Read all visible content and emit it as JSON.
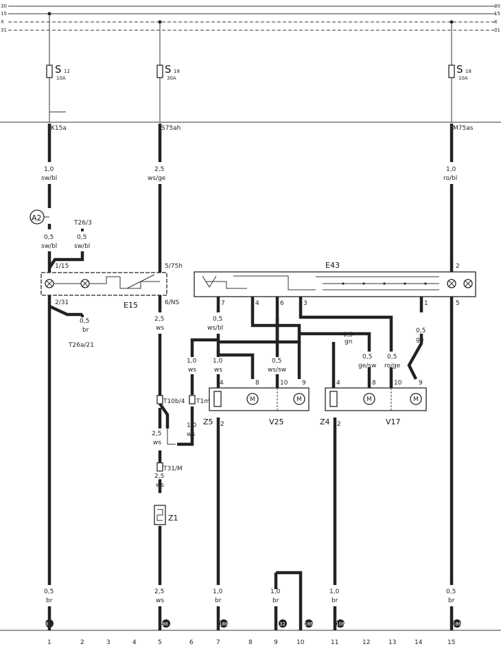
{
  "rails": {
    "left": [
      "30",
      "15",
      "X",
      "31"
    ],
    "right": [
      "30",
      "15",
      "X",
      "31"
    ]
  },
  "fuses": [
    {
      "name": "S",
      "num": "12",
      "rating": "10A"
    },
    {
      "name": "S",
      "num": "18",
      "rating": "30A"
    },
    {
      "name": "S",
      "num": "18",
      "rating": "10A"
    }
  ],
  "terminals": {
    "k15a": "K15a",
    "s75ah": "S75ah",
    "m75as": "M75as"
  },
  "wires": {
    "c1_top": [
      "1,0",
      "sw/bl"
    ],
    "c5_top": [
      "2,5",
      "ws/ge"
    ],
    "c15_top": [
      "1,0",
      "ro/bl"
    ],
    "c1_mid": [
      "0,5",
      "sw/bl"
    ],
    "t26_wire": [
      "0,5",
      "sw/bl"
    ],
    "br_e15": [
      "0,5",
      "br"
    ],
    "c5_below_e15": [
      "2,5",
      "ws"
    ],
    "e43_7": [
      "0,5",
      "ws/bl"
    ],
    "wsw": [
      "0,5",
      "ws/sw"
    ],
    "gn_mid": [
      "0,5",
      "gn"
    ],
    "gn_right": [
      "0,5",
      "gn"
    ],
    "gesw": [
      "0,5",
      "ge/sw"
    ],
    "roge": [
      "0,5",
      "ro/ge"
    ],
    "ws_a": [
      "1,0",
      "ws"
    ],
    "ws_b": [
      "1,0",
      "ws"
    ],
    "ws_c": [
      "1,0",
      "ws"
    ],
    "c5_mid": [
      "2,5",
      "ws"
    ],
    "c5_low": [
      "2,5",
      "ws"
    ],
    "bot_1": [
      "0,5",
      "br"
    ],
    "bot_5": [
      "2,5",
      "ws"
    ],
    "bot_7": [
      "1,0",
      "br"
    ],
    "bot_9": [
      "1,0",
      "br"
    ],
    "bot_11": [
      "1,0",
      "br"
    ],
    "bot_15": [
      "0,5",
      "br"
    ]
  },
  "components": {
    "a2": "A2",
    "t26_3": "T26/3",
    "t26a_21": "T26a/21",
    "e15": {
      "name": "E15",
      "pins": [
        "1/15",
        "5/75h",
        "2/31",
        "6/NS"
      ]
    },
    "e43": {
      "name": "E43",
      "pins": [
        "2",
        "7",
        "4",
        "6",
        "3",
        "1",
        "5"
      ]
    },
    "t10b4": "T10b/4",
    "t1m": "T1m",
    "t31m": "T31/M",
    "z1": "Z1",
    "z5": "Z5",
    "z4": "Z4",
    "v25": {
      "name": "V25",
      "pins": [
        "4",
        "8",
        "10",
        "9",
        "2"
      ]
    },
    "v17": {
      "name": "V17",
      "pins": [
        "4",
        "8",
        "10",
        "9",
        "2"
      ]
    },
    "motor_symbol": "M"
  },
  "ground_points": [
    "81",
    "98",
    "186",
    "32",
    "186",
    "106",
    "186"
  ],
  "columns": [
    "1",
    "2",
    "3",
    "4",
    "5",
    "6",
    "7",
    "8",
    "9",
    "10",
    "11",
    "12",
    "13",
    "14",
    "15"
  ]
}
